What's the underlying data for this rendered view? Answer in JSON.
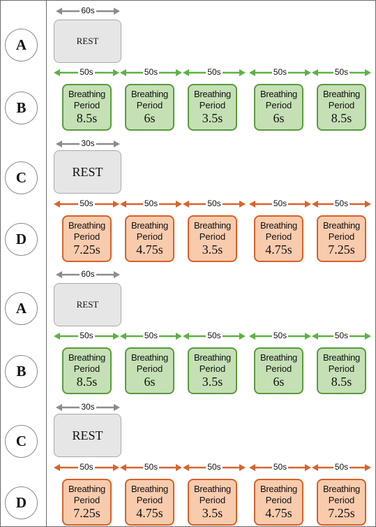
{
  "colors": {
    "green_arrow": "#5fb143",
    "orange_arrow": "#d8642c",
    "gray_arrow": "#8c8c8c",
    "green_fill": "#c5e0b5",
    "orange_fill": "#f8cbad",
    "rest_fill": "#e6e6e6"
  },
  "rows": [
    {
      "letter": "A",
      "type": "rest",
      "duration": "60s",
      "label": "REST"
    },
    {
      "letter": "B",
      "type": "breath",
      "color": "green",
      "durations": [
        "50s",
        "50s",
        "50s",
        "50s",
        "50s"
      ],
      "line1": "Breathing",
      "line2": "Period",
      "values": [
        "8.5s",
        "6s",
        "3.5s",
        "6s",
        "8.5s"
      ]
    },
    {
      "letter": "C",
      "type": "rest",
      "duration": "30s",
      "label": "REST"
    },
    {
      "letter": "D",
      "type": "breath",
      "color": "orange",
      "durations": [
        "50s",
        "50s",
        "50s",
        "50s",
        "50s"
      ],
      "line1": "Breathing",
      "line2": "Period",
      "values": [
        "7.25s",
        "4.75s",
        "3.5s",
        "4.75s",
        "7.25s"
      ]
    },
    {
      "letter": "A",
      "type": "rest",
      "duration": "60s",
      "label": "REST"
    },
    {
      "letter": "B",
      "type": "breath",
      "color": "green",
      "durations": [
        "50s",
        "50s",
        "50s",
        "50s",
        "50s"
      ],
      "line1": "Breathing",
      "line2": "Period",
      "values": [
        "8.5s",
        "6s",
        "3.5s",
        "6s",
        "8.5s"
      ]
    },
    {
      "letter": "C",
      "type": "rest",
      "duration": "30s",
      "label": "REST"
    },
    {
      "letter": "D",
      "type": "breath",
      "color": "orange",
      "durations": [
        "50s",
        "50s",
        "50s",
        "50s",
        "50s"
      ],
      "line1": "Breathing",
      "line2": "Period",
      "values": [
        "7.25s",
        "4.75s",
        "3.5s",
        "4.75s",
        "7.25s"
      ]
    }
  ]
}
